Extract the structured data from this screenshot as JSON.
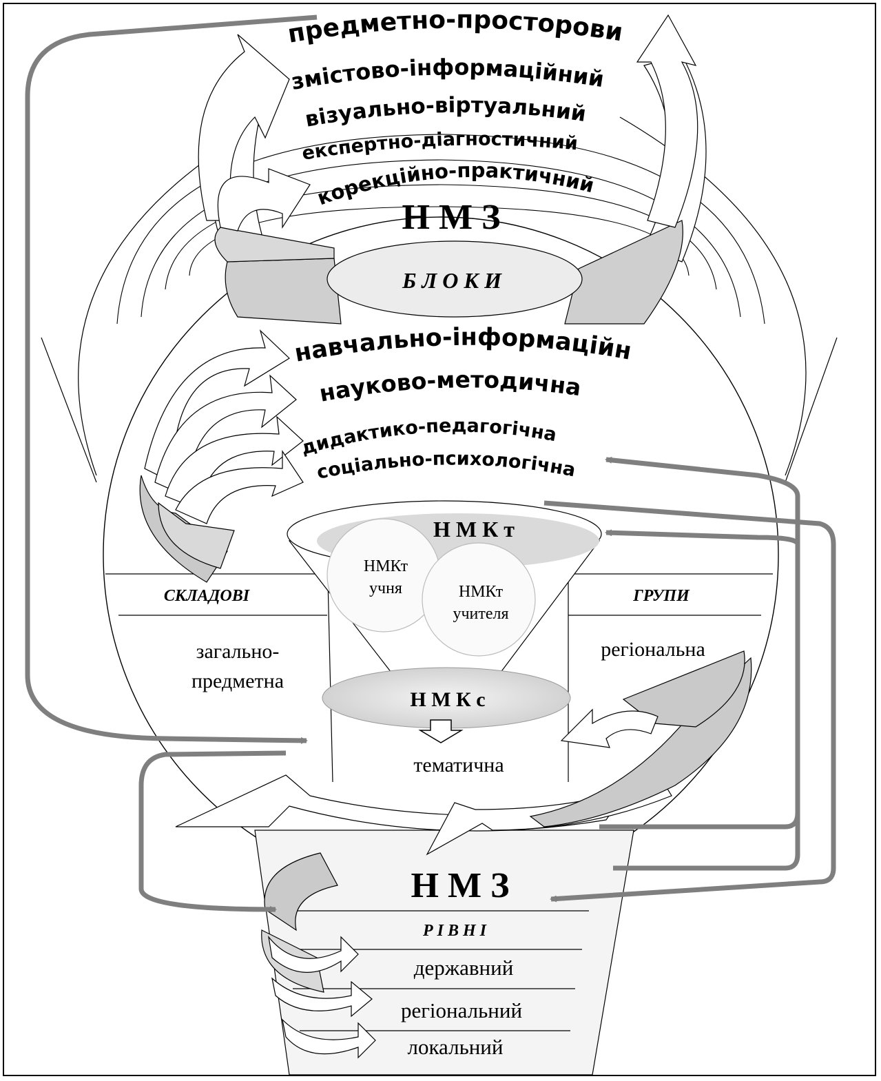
{
  "blocks": {
    "items": [
      "предметно-просторовий",
      "змістово-інформаційний",
      "візуально-віртуальний",
      "експертно-діагностичний",
      "корекційно-практичний"
    ],
    "title": "Н М З",
    "label": "Б Л О К И"
  },
  "components": {
    "items": [
      "навчально-інформаційна",
      "науково-методична",
      "дидактико-педагогічна",
      "соціально-психологічна"
    ],
    "left_header": "СКЛАДОВІ",
    "right_header": "ГРУПИ",
    "left_item_line1": "загально-",
    "left_item_line2": "предметна",
    "right_item": "регіональна"
  },
  "funnel": {
    "nmkt_label": "Н М К т",
    "circle1_line1": "НМКт",
    "circle1_line2": "учня",
    "circle2_line1": "НМКт",
    "circle2_line2": "учителя",
    "nmkc_label": "Н М К с",
    "thematic": "тематична"
  },
  "levels": {
    "title": "Н М З",
    "label": "Р І В Н І",
    "items": [
      "державний",
      "регіональний",
      "локальний"
    ]
  }
}
